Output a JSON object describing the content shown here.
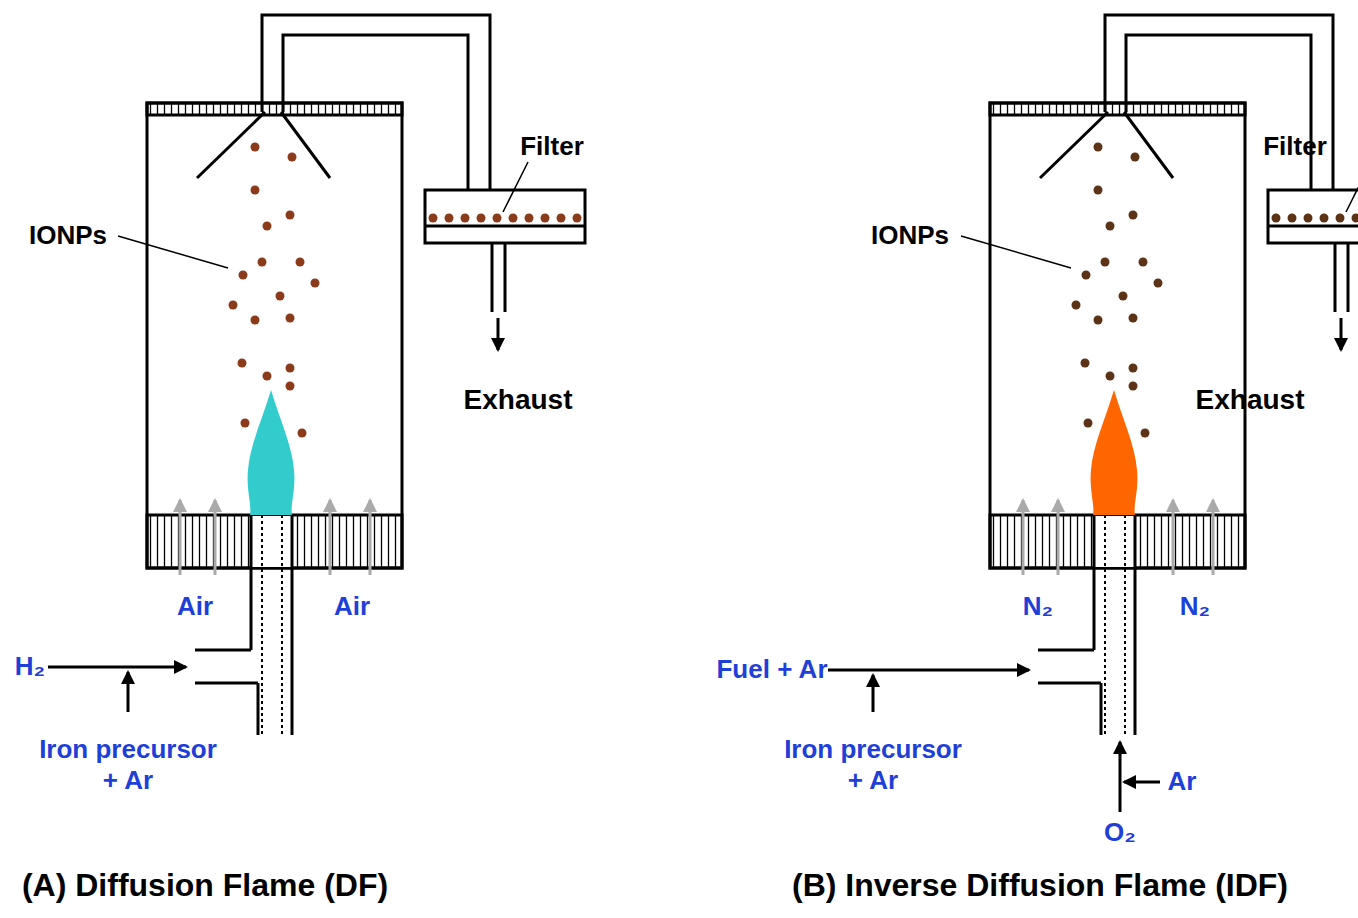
{
  "diagram": {
    "labels": [
      "IONPs",
      "Filter",
      "Exhaust",
      "Air",
      "Air",
      "H₂",
      "Iron precursor + Ar",
      "(A) Diffusion Flame (DF)",
      "IONPs",
      "Filter",
      "Exhaust",
      "N₂",
      "N₂",
      "Fuel + Ar",
      "Iron precursor + Ar",
      "Ar",
      "O₂",
      "(B) Inverse Diffusion Flame (IDF)"
    ]
  }
}
